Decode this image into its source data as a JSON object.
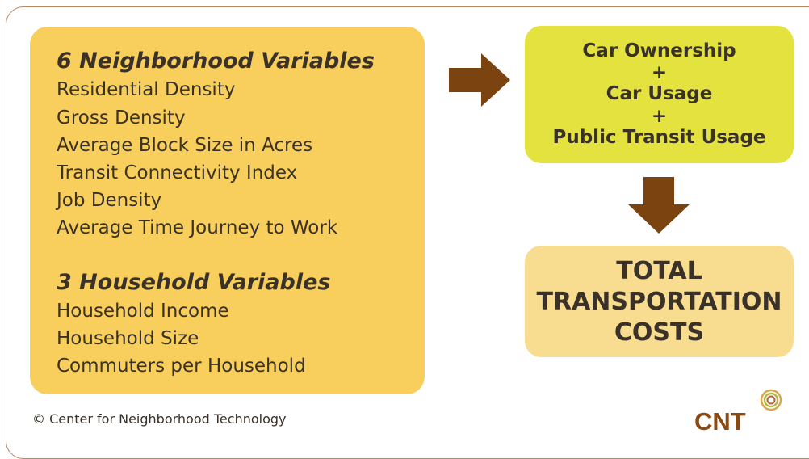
{
  "neighborhood": {
    "heading": "6 Neighborhood Variables",
    "items": [
      "Residential Density",
      "Gross Density",
      "Average Block Size in Acres",
      "Transit Connectivity Index",
      "Job Density",
      "Average Time Journey to Work"
    ]
  },
  "household": {
    "heading": "3 Household Variables",
    "items": [
      "Household Income",
      "Household Size",
      "Commuters per Household"
    ]
  },
  "usage": {
    "lines": [
      "Car Ownership",
      "+",
      "Car Usage",
      "+",
      "Public Transit Usage"
    ]
  },
  "total": {
    "lines": [
      "TOTAL",
      "TRANSPORTATION",
      "COSTS"
    ]
  },
  "footer": {
    "copyright": "© Center for Neighborhood Technology",
    "logo_text": "CNT"
  },
  "colors": {
    "left_panel": "#f8cf5c",
    "usage_box": "#e3e23f",
    "total_box": "#f8dd91",
    "arrow": "#7a4310",
    "logo": "#8b4a14",
    "text": "#3a3128"
  }
}
